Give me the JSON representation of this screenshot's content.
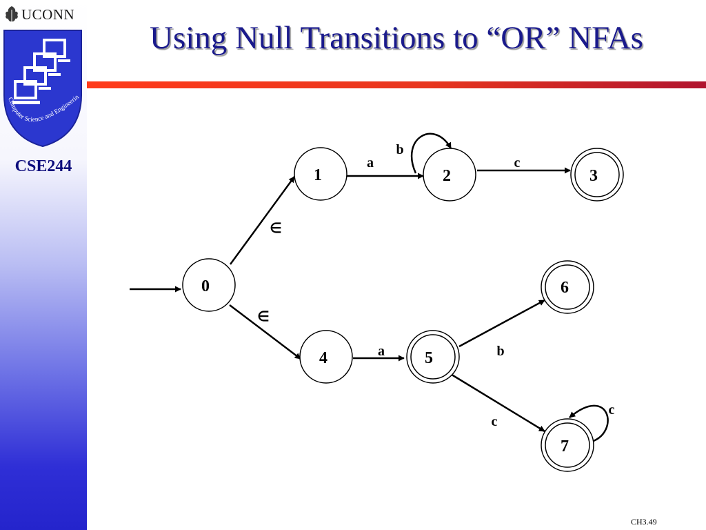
{
  "header": {
    "logo_text": "UCONN",
    "seal_text": "Computer Science and Engineering",
    "course": "CSE244",
    "title": "Using Null Transitions to “OR” NFAs"
  },
  "nfa": {
    "states": [
      {
        "label": "0",
        "accepting": false
      },
      {
        "label": "1",
        "accepting": false
      },
      {
        "label": "2",
        "accepting": false
      },
      {
        "label": "3",
        "accepting": true
      },
      {
        "label": "4",
        "accepting": false
      },
      {
        "label": "5",
        "accepting": true
      },
      {
        "label": "6",
        "accepting": true
      },
      {
        "label": "7",
        "accepting": true
      }
    ],
    "transitions": [
      {
        "from": "0",
        "to": "1",
        "symbol": "∈"
      },
      {
        "from": "0",
        "to": "4",
        "symbol": "∈"
      },
      {
        "from": "1",
        "to": "2",
        "symbol": "a"
      },
      {
        "from": "2",
        "to": "2",
        "symbol": "b"
      },
      {
        "from": "2",
        "to": "3",
        "symbol": "c"
      },
      {
        "from": "4",
        "to": "5",
        "symbol": "a"
      },
      {
        "from": "5",
        "to": "6",
        "symbol": "b"
      },
      {
        "from": "5",
        "to": "7",
        "symbol": "c"
      },
      {
        "from": "7",
        "to": "7",
        "symbol": "c"
      }
    ],
    "start_state": "0"
  },
  "footer": {
    "slide_number": "CH3.49"
  }
}
